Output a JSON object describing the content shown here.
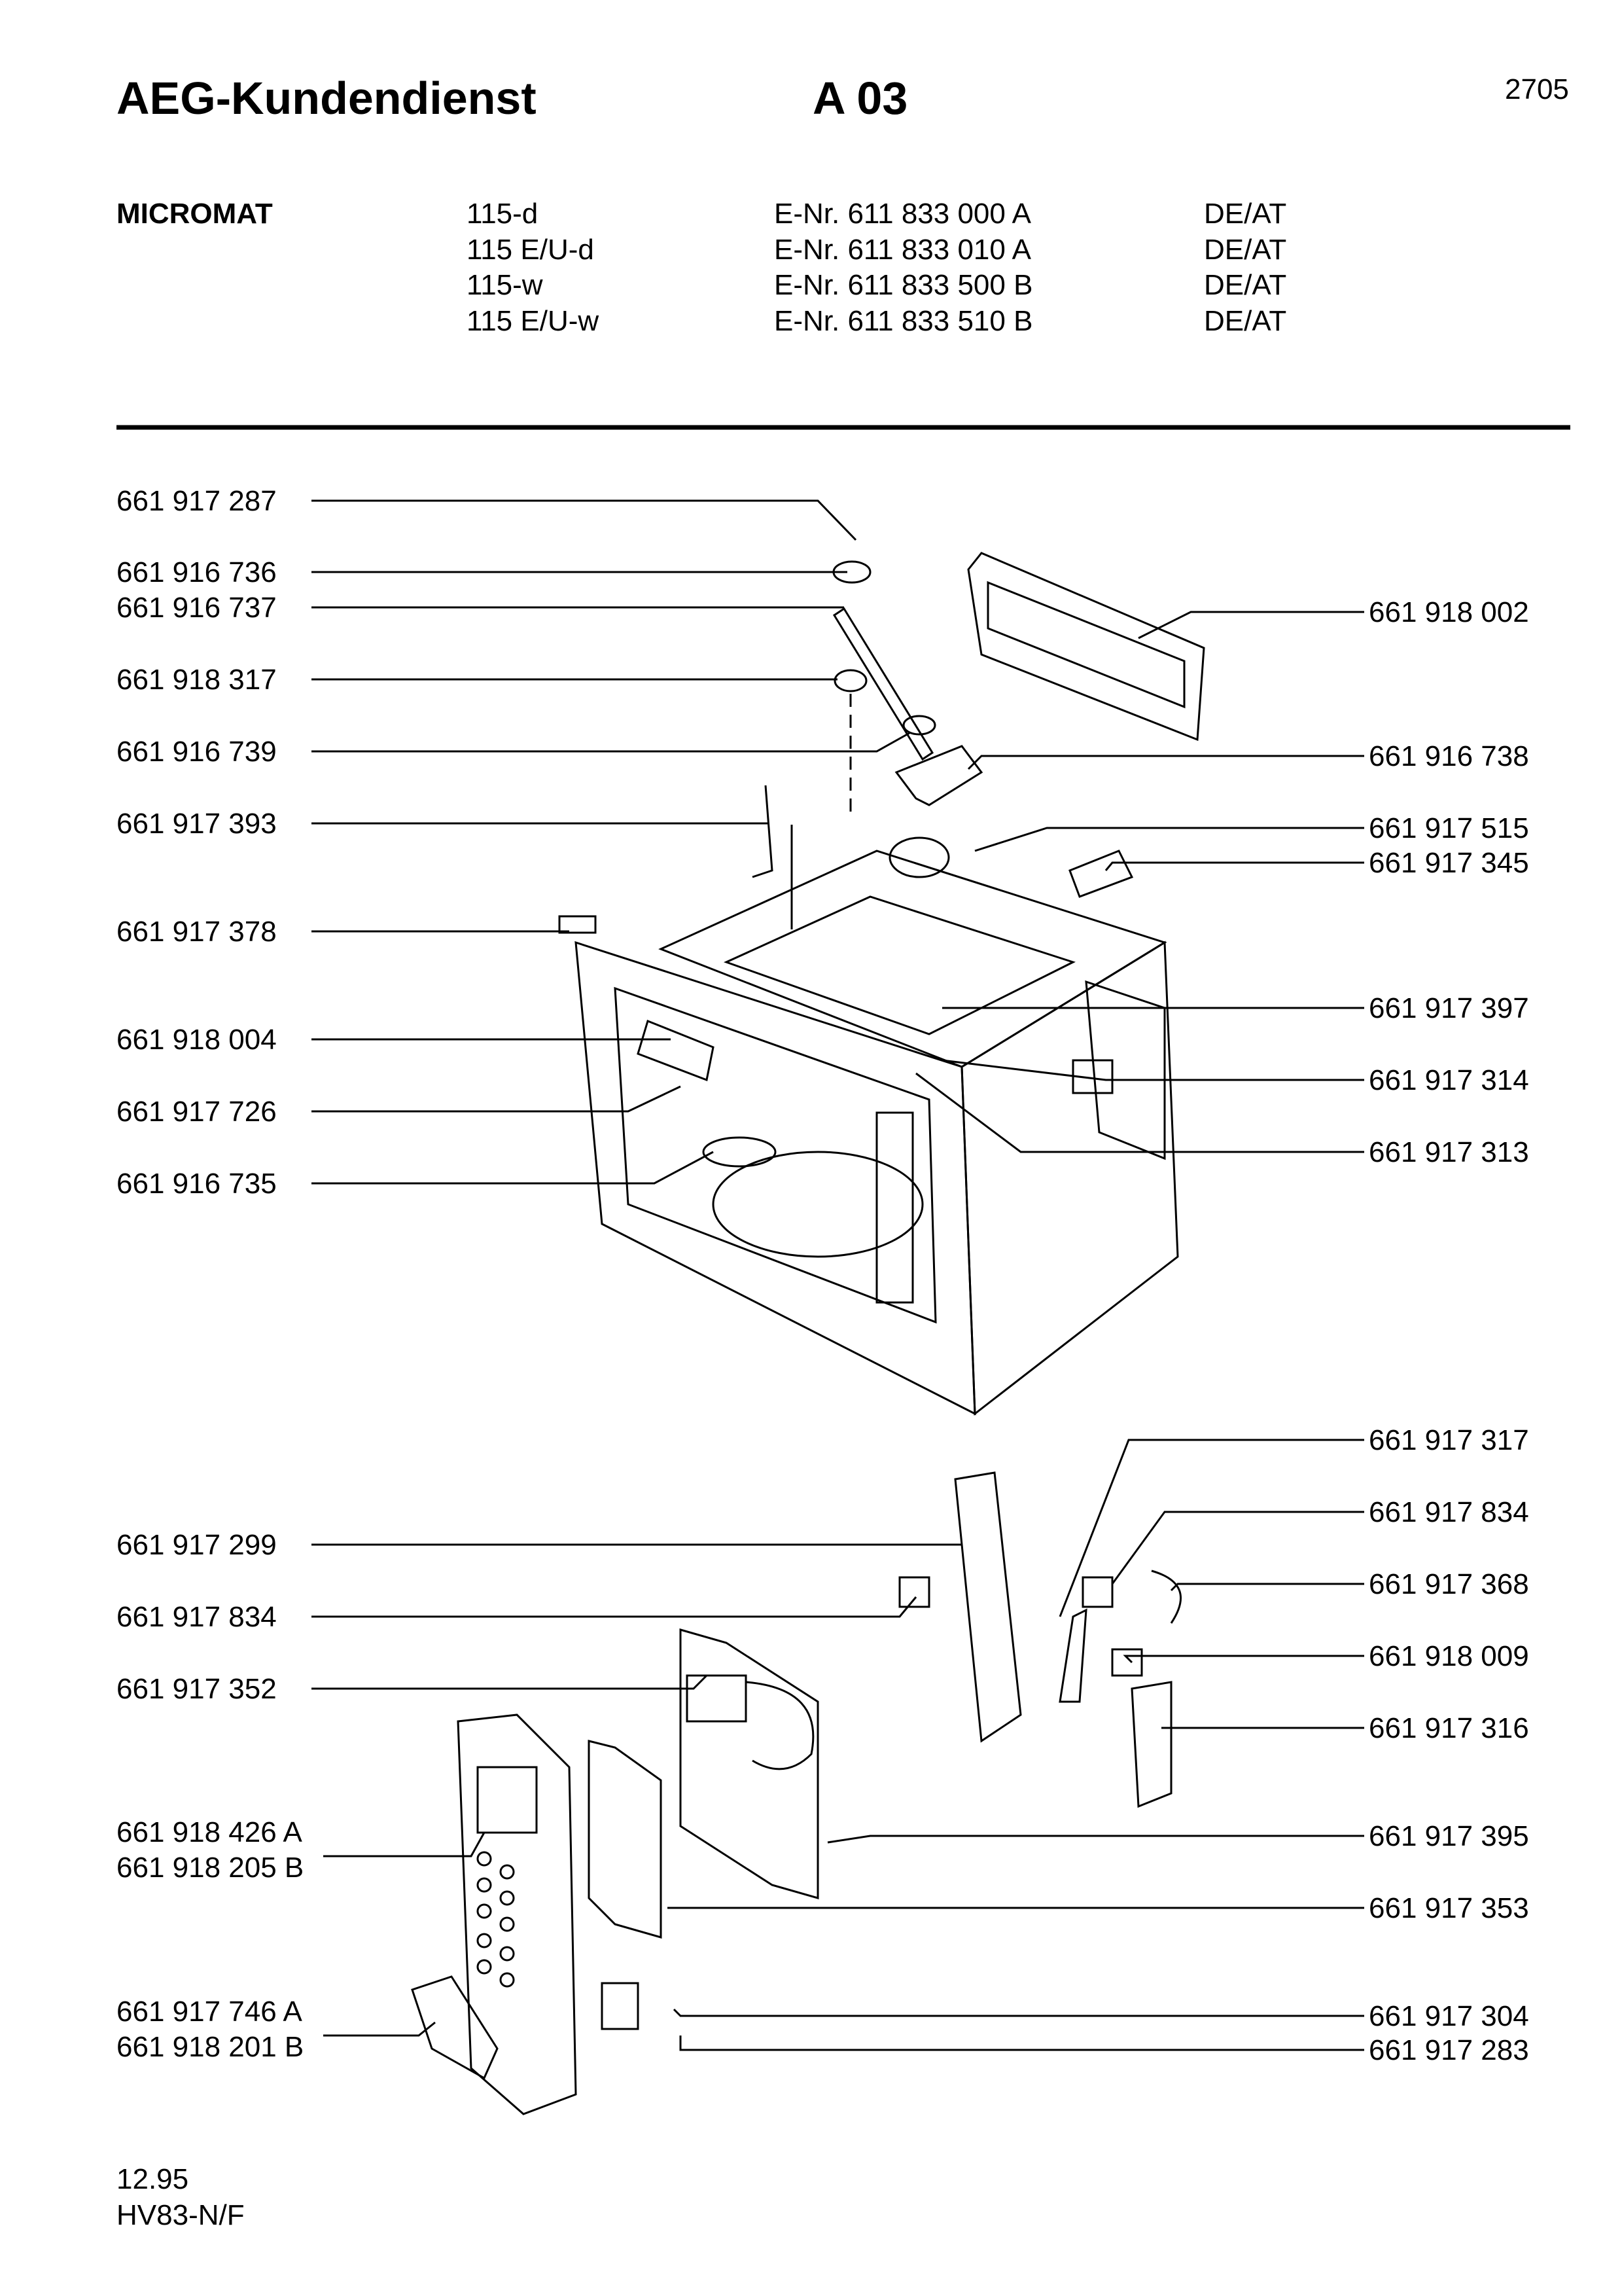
{
  "header": {
    "brand_title": "AEG-Kundendienst",
    "section_code": "A 03",
    "page_number": "2705"
  },
  "product": {
    "name": "MICROMAT",
    "models": [
      {
        "model": "115-d",
        "enr": "E-Nr. 611 833 000 A",
        "region": "DE/AT"
      },
      {
        "model": "115 E/U-d",
        "enr": "E-Nr. 611 833 010 A",
        "region": "DE/AT"
      },
      {
        "model": "115-w",
        "enr": "E-Nr. 611 833 500 B",
        "region": "DE/AT"
      },
      {
        "model": "115 E/U-w",
        "enr": "E-Nr. 611 833 510 B",
        "region": "DE/AT"
      }
    ]
  },
  "parts_left": [
    "661 917 287",
    "661 916 736",
    "661 916 737",
    "661 918 317",
    "661 916 739",
    "661 917 393",
    "661 917 378",
    "661 918 004",
    "661 917 726",
    "661 916 735",
    "661 917 299",
    "661 917 834",
    "661 917 352",
    "661 918 426 A",
    "661 918 205 B",
    "661 917 746 A",
    "661 918 201 B"
  ],
  "parts_right": [
    "661 918 002",
    "661 916 738",
    "661 917 515",
    "661 917 345",
    "661 917 397",
    "661 917 314",
    "661 917 313",
    "661 917 317",
    "661 917 834",
    "661 917 368",
    "661 918 009",
    "661 917 316",
    "661 917 395",
    "661 917 353",
    "661 917 304",
    "661 917 283"
  ],
  "footer": {
    "date": "12.95",
    "code": "HV83-N/F"
  }
}
